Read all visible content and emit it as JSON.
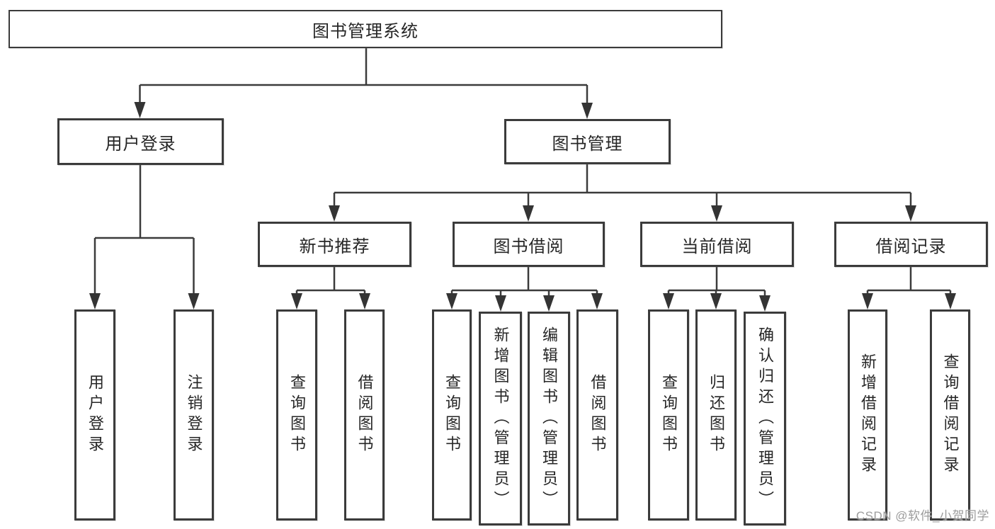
{
  "diagram": {
    "root": {
      "label": "图书管理系统"
    },
    "branches": {
      "user_login": {
        "label": "用户登录",
        "children": [
          "用户登录",
          "注销登录"
        ]
      },
      "book_management": {
        "label": "图书管理"
      },
      "new_book": {
        "label": "新书推荐",
        "children": [
          "查询图书",
          "借阅图书"
        ]
      },
      "borrowing": {
        "label": "图书借阅",
        "children": [
          "查询图书",
          "新增图书（管理员）",
          "编辑图书（管理员）",
          "借阅图书"
        ]
      },
      "current": {
        "label": "当前借阅",
        "children": [
          "查询图书",
          "归还图书",
          "确认归还（管理员）"
        ]
      },
      "records": {
        "label": "借阅记录",
        "children": [
          "新增借阅记录",
          "查询借阅记录"
        ]
      }
    },
    "watermark": "CSDN @软件_小贺同学",
    "colors": {
      "line": "#3b3b3b",
      "text": "#262626",
      "watermark": "#9c9c9c",
      "background": "#ffffff"
    }
  }
}
